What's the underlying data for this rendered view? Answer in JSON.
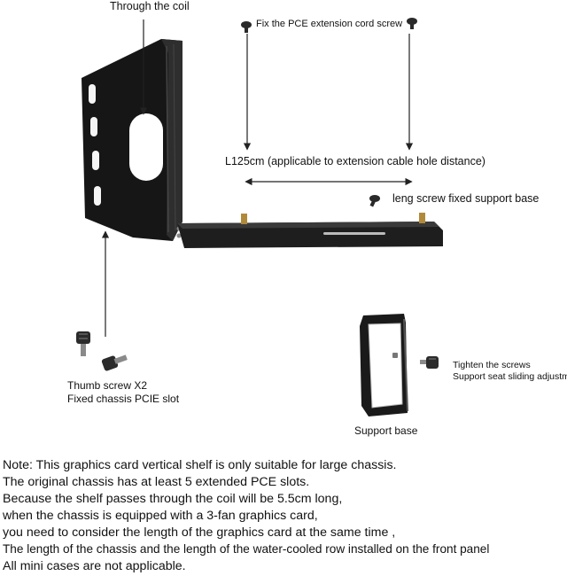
{
  "labels": {
    "through_coil": "Through the coil",
    "fix_screw": "Fix the PCE extension cord screw",
    "length_note": "L125cm (applicable to extension cable hole distance)",
    "leng_screw": "leng screw fixed support base",
    "thumb_screw_line1": "Thumb screw X2",
    "thumb_screw_line2": "Fixed chassis PCIE slot",
    "tighten_line1": "Tighten the screws",
    "tighten_line2": "Support seat sliding adjustment",
    "support_base": "Support base"
  },
  "notes": [
    "Note: This graphics card vertical shelf is only suitable for large chassis.",
    "The original chassis has at least 5 extended PCE slots.",
    "Because the shelf passes through the coil will be 5.5cm long,",
    "when the chassis is equipped with a 3-fan graphics card,",
    "you need to consider the length of the graphics card at the same time ,",
    "The length of the chassis and the length of the water-cooled row installed on the front panel",
    "All mini cases are not applicable."
  ],
  "colors": {
    "bracket": "#1b1b1b",
    "bracket_edge": "#3a3a3a",
    "brass": "#b08a3a",
    "arrow": "#222222"
  }
}
